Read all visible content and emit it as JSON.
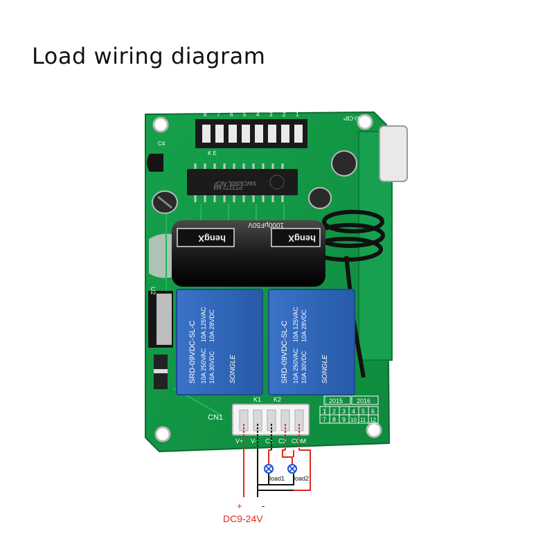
{
  "title": "Load wiring diagram",
  "board": {
    "dip_numbers": [
      "8",
      "7",
      "6",
      "5",
      "4",
      "3",
      "2",
      "1"
    ],
    "chip_text_1": "SWC6393L-NCP",
    "chip_text_2": "PT2272-M4",
    "capacitor_label": "1000μF50V",
    "capacitor_brand": "hengX",
    "relay_brand": "SONGLE",
    "relay_model": "SRD-09VDC-SL-C",
    "relay_rating_1": "10A 250VAC",
    "relay_rating_2": "10A 125VAC",
    "relay_rating_3": "10A 30VDC",
    "relay_rating_4": "10A 28VDC",
    "k1": "K1",
    "k2": "K2",
    "u2": "U2",
    "cn1": "CN1",
    "c4": "C4",
    "year_a": "2015",
    "year_b": "2016",
    "grid_row1": [
      "1",
      "2",
      "3",
      "4",
      "5",
      "6"
    ],
    "grid_row2": [
      "7",
      "8",
      "9",
      "10",
      "11",
      "12"
    ],
    "pins": [
      "V+",
      "V-",
      "C1",
      "C2",
      "COM"
    ],
    "chu": "CHU-CB*",
    "ke": "K E"
  },
  "wiring": {
    "plus": "+",
    "minus": "-",
    "supply": "DC9-24V",
    "load1": "load1",
    "load2": "load2",
    "colors": {
      "positive": "#e0271b",
      "negative": "#111111"
    }
  }
}
